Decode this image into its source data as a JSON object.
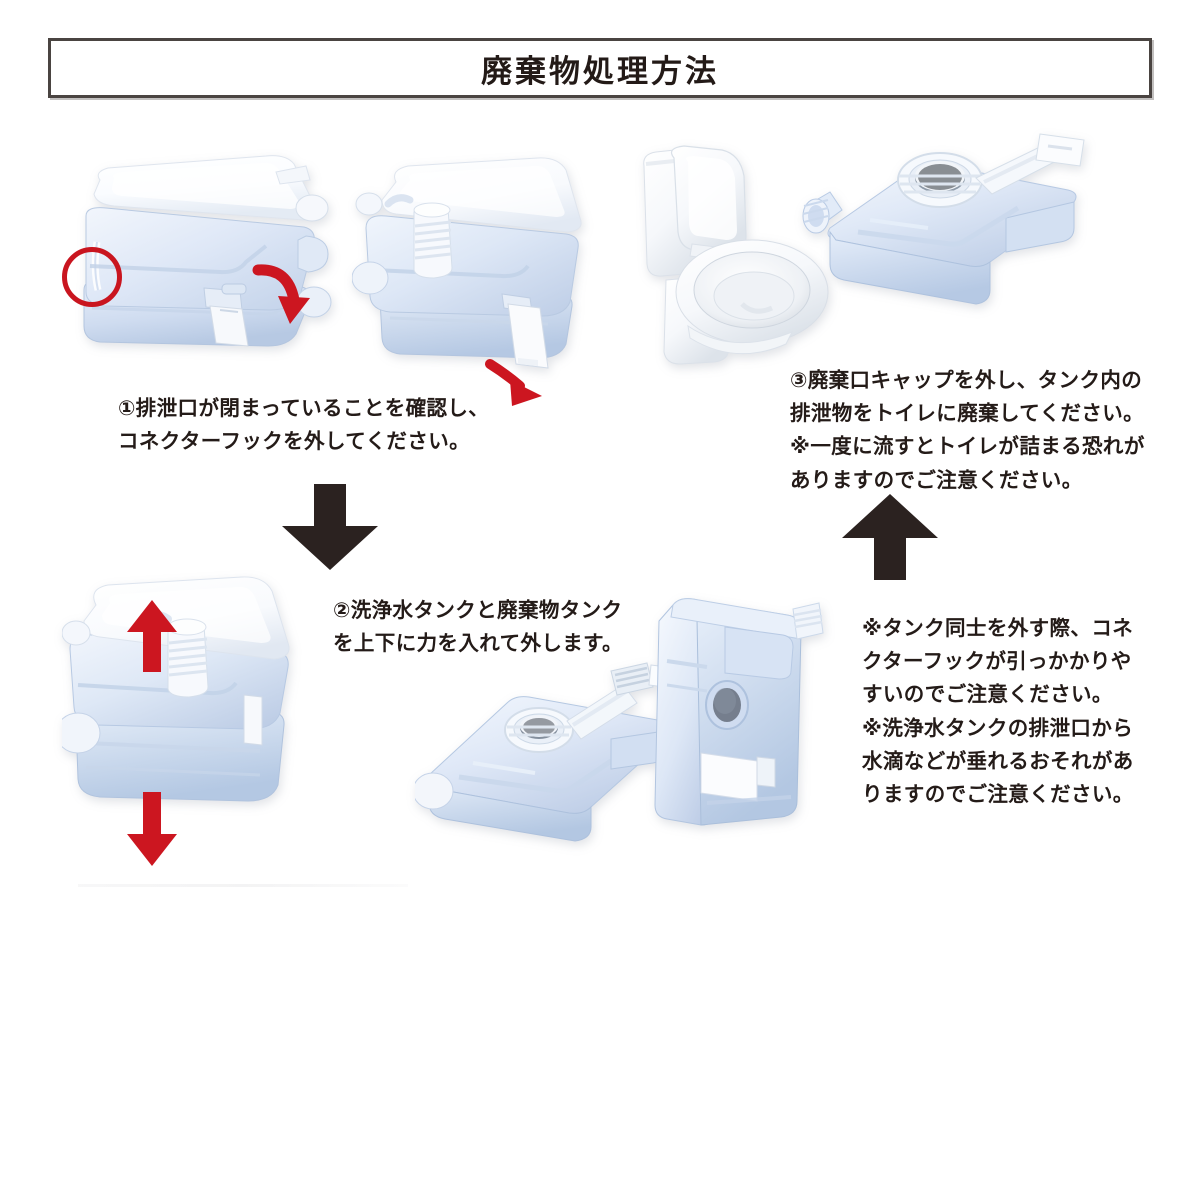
{
  "title": "廃棄物処理方法",
  "steps": [
    {
      "id": "step-1",
      "text": "①排泄口が閉まっていることを確認し、\nコネクターフックを外してください。"
    },
    {
      "id": "step-2",
      "text": "②洗浄水タンクと廃棄物タンク\nを上下に力を入れて外します。"
    },
    {
      "id": "step-3",
      "text": "③廃棄口キャップを外し、タンク内の\n排泄物をトイレに廃棄してください。\n※一度に流すとトイレが詰まる恐れが\nありますのでご注意ください。"
    },
    {
      "id": "note",
      "text": "※タンク同士を外す際、コネ\nクターフックが引っかかりや\nすいのでご注意ください。\n※洗浄水タンクの排泄口から\n水滴などが垂れるおそれがあ\nりますのでご注意ください。"
    }
  ],
  "figures": [
    {
      "id": "figure-toilet-closed-front",
      "alt": "携帯トイレ本体（排泄口・コネクターフック位置）"
    },
    {
      "id": "figure-toilet-hook-released",
      "alt": "携帯トイレ本体（コネクターフックを外した状態）"
    },
    {
      "id": "figure-household-toilet",
      "alt": "家庭用トイレ"
    },
    {
      "id": "figure-waste-tank-open-cap",
      "alt": "廃棄物タンク（廃棄口キャップを外した状態）"
    },
    {
      "id": "figure-toilet-separating",
      "alt": "上下に力を入れてタンクを外す"
    },
    {
      "id": "figure-tanks-separated",
      "alt": "洗浄水タンクと廃棄物タンクを分離した状態"
    }
  ],
  "markers": {
    "red_circle_label": "排泄口",
    "red_arrow_1_label": "コネクターフックを下へ回す",
    "red_arrow_2_label": "コネクターフックを外す方向",
    "red_arrow_up_label": "上方向に力を入れる",
    "red_arrow_down_label": "下方向に力を入れる",
    "black_arrow_down_label": "次の手順へ",
    "black_arrow_up_label": "次の手順へ"
  },
  "colors": {
    "title_text": "#231a17",
    "title_border": "#4a4441",
    "body_text": "#241b18",
    "red_marker": "#c9151f",
    "black_arrow": "#2b2220",
    "tank_blue": "#dbe5f4",
    "lid_white": "#fdfdff"
  }
}
